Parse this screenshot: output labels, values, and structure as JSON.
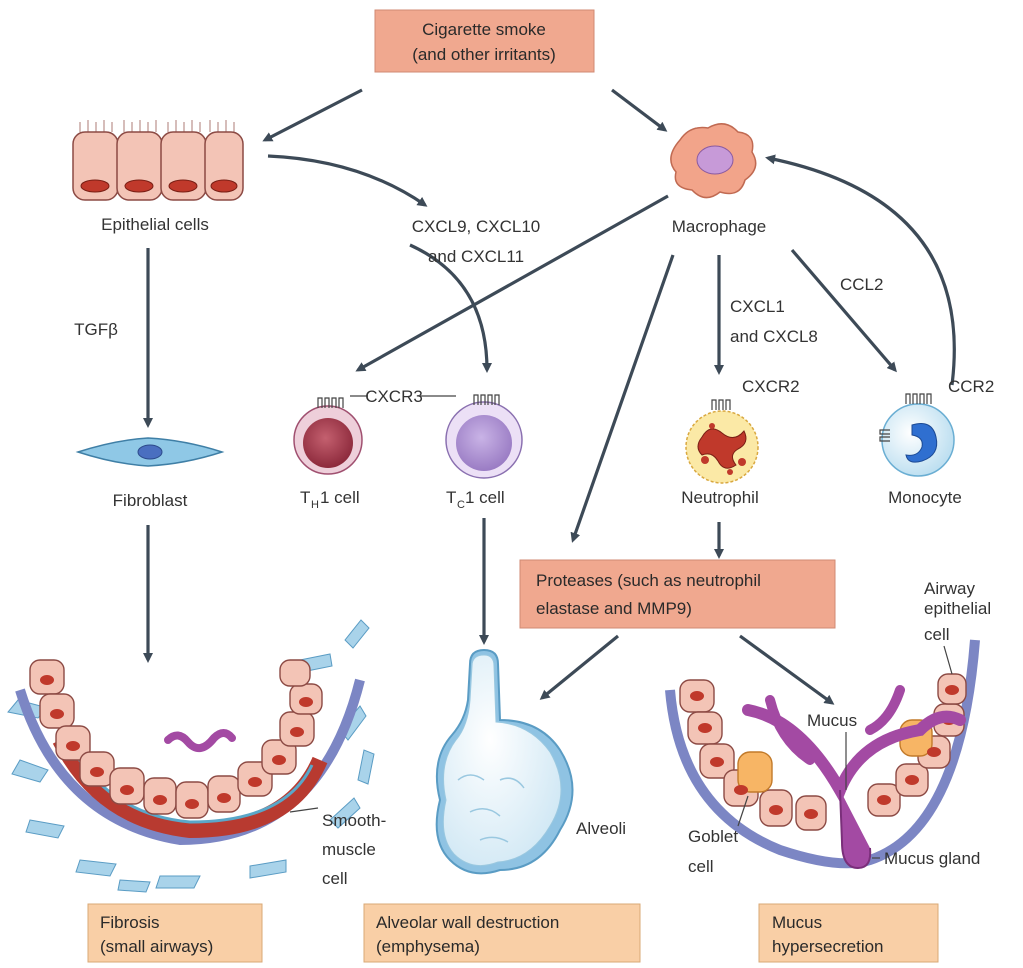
{
  "top_box": {
    "line1": "Cigarette smoke",
    "line2": "(and other irritants)"
  },
  "cells": {
    "epithelial": "Epithelial cells",
    "macrophage": "Macrophage",
    "fibroblast": "Fibroblast",
    "th1_main": "T",
    "th1_sub": "H",
    "th1_rest": "1 cell",
    "tc1_main": "T",
    "tc1_sub": "C",
    "tc1_rest": "1 cell",
    "neutrophil": "Neutrophil",
    "monocyte": "Monocyte"
  },
  "mediators": {
    "tgfb": "TGFβ",
    "cxcl9_line1": "CXCL9, CXCL10",
    "cxcl9_line2": "and CXCL11",
    "cxcl1_line1": "CXCL1",
    "cxcl1_line2": "and CXCL8",
    "ccl2": "CCL2",
    "cxcr3": "CXCR3",
    "cxcr2": "CXCR2",
    "ccr2": "CCR2"
  },
  "protease_box": {
    "line1": "Proteases (such as neutrophil",
    "line2": "elastase and MMP9)"
  },
  "annotations": {
    "airway_line1": "Airway",
    "airway_line2": "epithelial",
    "airway_line3": "cell",
    "mucus": "Mucus",
    "alveoli": "Alveoli",
    "smooth_line1": "Smooth-",
    "smooth_line2": "muscle",
    "smooth_line3": "cell",
    "goblet_line1": "Goblet",
    "goblet_line2": "cell",
    "mucus_gland": "Mucus gland"
  },
  "outcomes": {
    "fibrosis_line1": "Fibrosis",
    "fibrosis_line2": "(small airways)",
    "alveolar_line1": "Alveolar wall destruction",
    "alveolar_line2": "(emphysema)",
    "mucus_line1": "Mucus",
    "mucus_line2": "hypersecretion"
  },
  "colors": {
    "salmon_box": "#f0a88f",
    "peach_box": "#f9cfa6",
    "arrow": "#3d4a57",
    "epithelium": "#f3c4b6",
    "airway_wall": "#7c86c4"
  }
}
